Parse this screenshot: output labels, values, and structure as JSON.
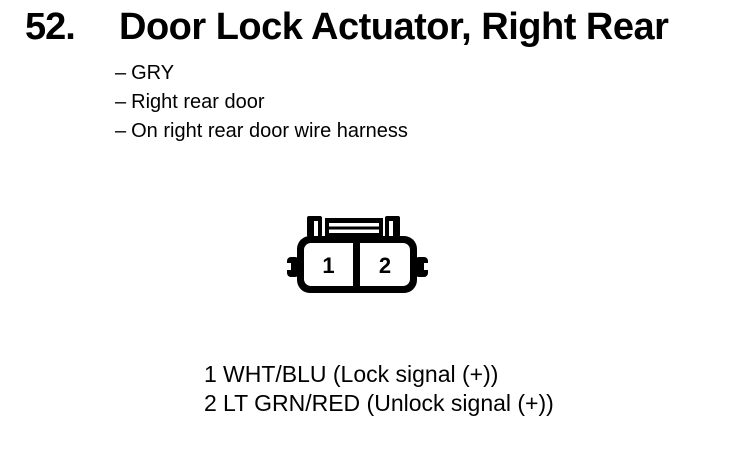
{
  "page": {
    "background": "#ffffff",
    "ink": "#000000"
  },
  "header": {
    "item_number": "52.",
    "title": "Door Lock Actuator, Right Rear"
  },
  "details": {
    "marker": "–",
    "items": [
      "GRY",
      "Right rear door",
      "On right rear door wire harness"
    ]
  },
  "connector": {
    "pins": [
      "1",
      "2"
    ]
  },
  "pinout": [
    {
      "pin": "1",
      "label": "WHT/BLU (Lock signal (+))"
    },
    {
      "pin": "2",
      "label": "LT GRN/RED (Unlock signal (+))"
    }
  ]
}
